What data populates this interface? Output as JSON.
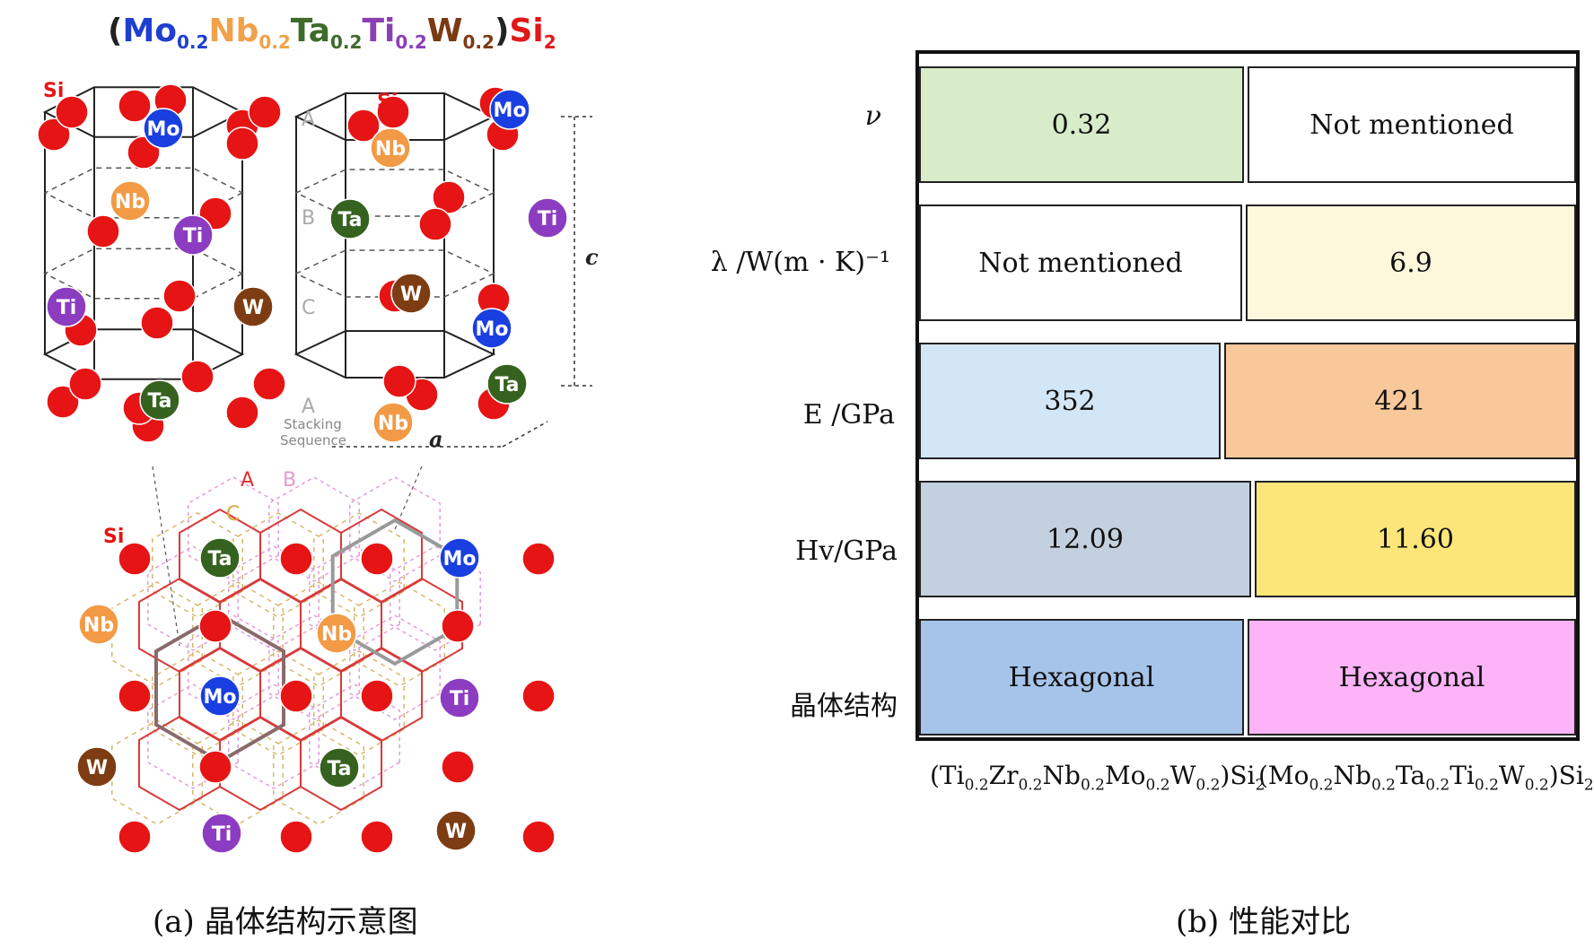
{
  "left_panel": {
    "formula": {
      "parts": [
        {
          "t": "(",
          "c": "#222"
        },
        {
          "t": "Mo",
          "c": "#1f3fd0"
        },
        {
          "t": "0.2",
          "c": "#1f3fd0",
          "sub": true
        },
        {
          "t": "Nb",
          "c": "#f0a14a"
        },
        {
          "t": "0.2",
          "c": "#f0a14a",
          "sub": true
        },
        {
          "t": "Ta",
          "c": "#3d6b2a"
        },
        {
          "t": "0.2",
          "c": "#3d6b2a",
          "sub": true
        },
        {
          "t": "Ti",
          "c": "#8a3fb5"
        },
        {
          "t": "0.2",
          "c": "#8a3fb5",
          "sub": true
        },
        {
          "t": "W",
          "c": "#7a3a14"
        },
        {
          "t": "0.2",
          "c": "#7a3a14",
          "sub": true
        },
        {
          "t": ")",
          "c": "#222"
        },
        {
          "t": "Si",
          "c": "#e01818"
        },
        {
          "t": "2",
          "c": "#e01818",
          "sub": true
        }
      ]
    },
    "atoms": {
      "Si": "Si",
      "Mo": "Mo",
      "Nb": "Nb",
      "Ta": "Ta",
      "Ti": "Ti",
      "W": "W"
    },
    "layers": [
      "A",
      "B",
      "C",
      "A"
    ],
    "stacking_label": [
      "Stacking",
      "Sequence"
    ],
    "axis_a": "a",
    "axis_c": "c",
    "caption": "(a)  晶体结构示意图"
  },
  "right_panel": {
    "caption": "(b)  性能对比",
    "row_labels": [
      "ν",
      "λ  /W(m · K)⁻¹",
      "E /GPa",
      "Hv/GPa",
      "晶体结构"
    ],
    "rows": [
      {
        "values": [
          "0.32",
          "Not mentioned"
        ],
        "colors": [
          "#d8ecc9",
          "#ffffff"
        ]
      },
      {
        "values": [
          "Not mentioned",
          "6.9"
        ],
        "colors": [
          "#ffffff",
          "#fdf8dc"
        ]
      },
      {
        "values": [
          "352",
          "421"
        ],
        "colors": [
          "#d3e6f5",
          "#f8c89a"
        ]
      },
      {
        "values": [
          "12.09",
          "11.60"
        ],
        "colors": [
          "#c3d0df",
          "#fce67a"
        ]
      },
      {
        "values": [
          "Hexagonal",
          "Hexagonal"
        ],
        "colors": [
          "#a6c4ea",
          "#fcb3f7"
        ]
      }
    ],
    "columns": [
      [
        {
          "t": "(Ti"
        },
        {
          "t": "0.2",
          "sub": true
        },
        {
          "t": "Zr"
        },
        {
          "t": "0.2",
          "sub": true
        },
        {
          "t": "Nb"
        },
        {
          "t": "0.2",
          "sub": true
        },
        {
          "t": "Mo"
        },
        {
          "t": "0.2",
          "sub": true
        },
        {
          "t": "W"
        },
        {
          "t": "0.2",
          "sub": true
        },
        {
          "t": ")Si"
        },
        {
          "t": "2",
          "sub": true
        }
      ],
      [
        {
          "t": "(Mo"
        },
        {
          "t": "0.2",
          "sub": true
        },
        {
          "t": "Nb"
        },
        {
          "t": "0.2",
          "sub": true
        },
        {
          "t": "Ta"
        },
        {
          "t": "0.2",
          "sub": true
        },
        {
          "t": "Ti"
        },
        {
          "t": "0.2",
          "sub": true
        },
        {
          "t": "W"
        },
        {
          "t": "0.2",
          "sub": true
        },
        {
          "t": ")Si"
        },
        {
          "t": "2",
          "sub": true
        }
      ]
    ]
  },
  "colors": {
    "Si": "#e61414",
    "Mo": "#1a3fe0",
    "Nb": "#f29a45",
    "Ta": "#36621f",
    "Ti": "#8c3cc0",
    "W": "#7e3c12"
  }
}
